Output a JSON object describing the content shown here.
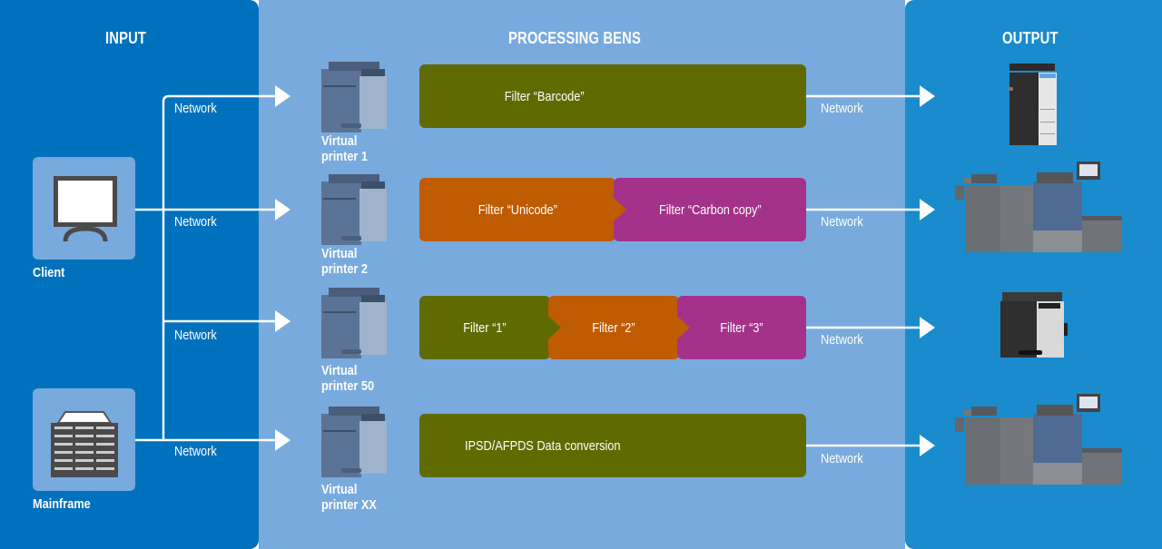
{
  "columns": {
    "input": "INPUT",
    "processing": "PROCESSING BENS",
    "output": "OUTPUT"
  },
  "sources": [
    {
      "label": "Client",
      "icon": "monitor-icon"
    },
    {
      "label": "Mainframe",
      "icon": "server-rack-icon"
    }
  ],
  "connection_label": "Network",
  "input_links": [
    "Network",
    "Network",
    "Network",
    "Network"
  ],
  "virtual_printers": [
    {
      "line1": "Virtual",
      "line2": "printer 1"
    },
    {
      "line1": "Virtual",
      "line2": "printer 2"
    },
    {
      "line1": "Virtual",
      "line2": "printer 50"
    },
    {
      "line1": "Virtual",
      "line2": "printer XX"
    }
  ],
  "pipelines": [
    [
      {
        "label": "Filter “Barcode”",
        "color": "#5f6b00"
      }
    ],
    [
      {
        "label": "Filter “Unicode”",
        "color": "#bf5b00"
      },
      {
        "label": "Filter “Carbon copy”",
        "color": "#a4328a"
      }
    ],
    [
      {
        "label": "Filter “1”",
        "color": "#5f6b00"
      },
      {
        "label": "Filter “2”",
        "color": "#bf5b00"
      },
      {
        "label": "Filter “3”",
        "color": "#a4328a"
      }
    ],
    [
      {
        "label": "IPSD/AFPDS Data conversion",
        "color": "#5f6b00"
      }
    ]
  ],
  "output_links": [
    "Network",
    "Network",
    "Network",
    "Network"
  ],
  "output_devices": [
    "office-mfp-icon",
    "production-press-icon",
    "compact-mfp-icon",
    "production-press-icon"
  ],
  "colors": {
    "input_panel": "#0071bc",
    "processing_panel": "#78aadd",
    "output_panel": "#1a8ccd",
    "filter_green": "#5f6b00",
    "filter_orange": "#bf5b00",
    "filter_purple": "#a4328a"
  }
}
